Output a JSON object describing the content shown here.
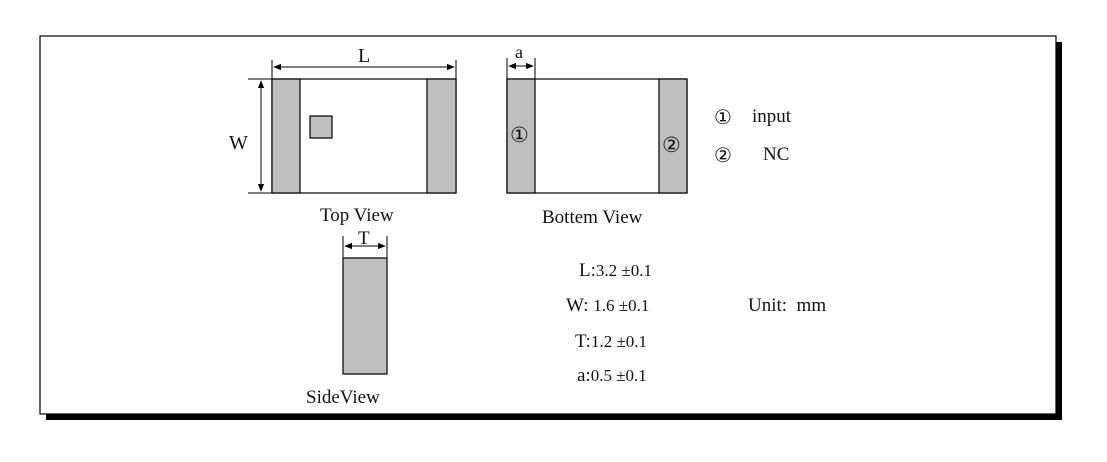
{
  "colors": {
    "line": "#000000",
    "pad_fill": "#bfbfbf",
    "body_fill": "#ffffff",
    "frame_shadow": "#000000"
  },
  "top_view": {
    "caption": "Top View",
    "length_label": "L",
    "width_label": "W"
  },
  "bottom_view": {
    "caption": "Bottem View",
    "pad_label": "a",
    "pin1_marker": "①",
    "pin2_marker": "②"
  },
  "side_view": {
    "caption": "SideView",
    "thickness_label": "T"
  },
  "legend": [
    {
      "marker": "①",
      "text": "input"
    },
    {
      "marker": "②",
      "text": "NC"
    }
  ],
  "specs": [
    {
      "key": "L:",
      "value": "3.2 ±0.1"
    },
    {
      "key": "W: ",
      "value": "1.6 ±0.1"
    },
    {
      "key": "T:",
      "value": "1.2  ±0.1"
    },
    {
      "key": "a:",
      "value": "0.5 ±0.1"
    }
  ],
  "unit_text": "Unit:  mm"
}
